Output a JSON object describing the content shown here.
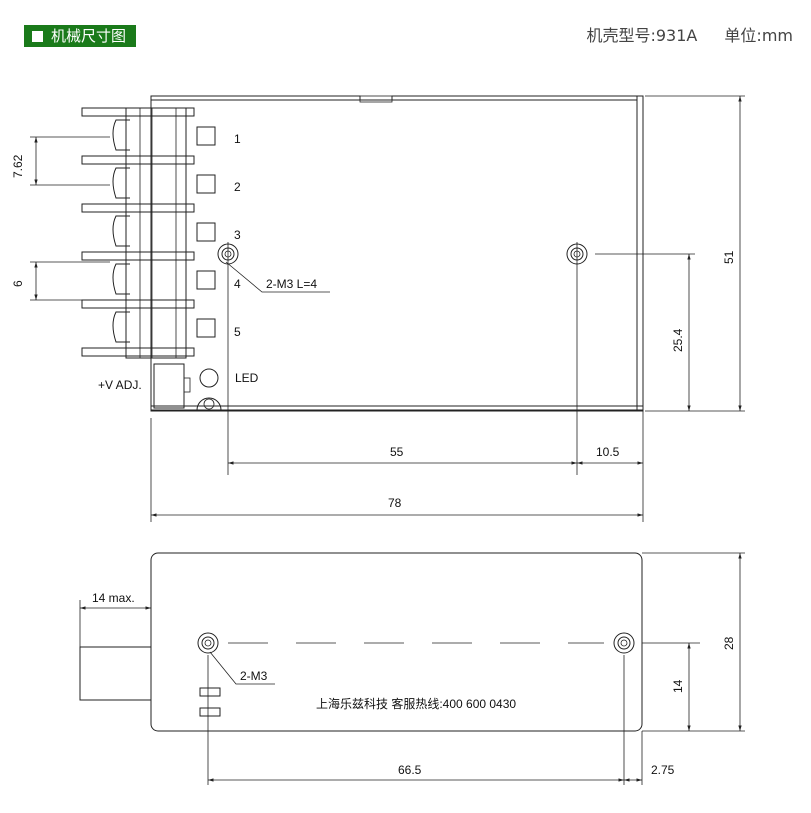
{
  "header": {
    "title": "机械尺寸图"
  },
  "model": {
    "label": "机壳型号:931A",
    "unit": "单位:mm"
  },
  "top_view": {
    "pins": [
      "1",
      "2",
      "3",
      "4",
      "5"
    ],
    "led_label": "LED",
    "adj_label": "+V ADJ.",
    "screw_label": "2-M3 L=4",
    "dims": {
      "pitch": "7.62",
      "gap": "6",
      "height": "51",
      "hole_height": "25.4",
      "hole_span": "55",
      "edge": "10.5",
      "width": "78"
    }
  },
  "bottom_view": {
    "screw_label": "2-M3",
    "company": "上海乐兹科技 客服热线:400 600 0430",
    "dims": {
      "protrusion": "14 max.",
      "height": "28",
      "hole_height": "14",
      "hole_span": "66.5",
      "edge": "2.75"
    }
  }
}
